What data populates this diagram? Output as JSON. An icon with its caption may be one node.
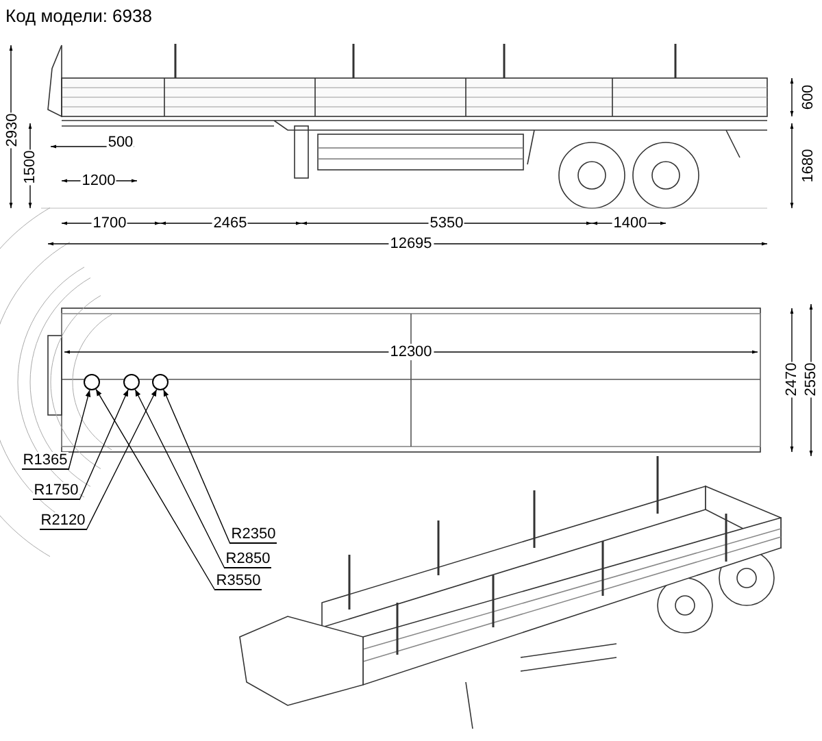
{
  "diagram": {
    "title": "Код модели: 6938",
    "nodes": [
      {
        "text": [],
        "shape": "circle"
      },
      {
        "text": [],
        "shape": "circle"
      },
      {
        "text": [],
        "shape": "circle"
      },
      {
        "text": [
          "R1365"
        ]
      },
      {
        "text": [
          "R1750"
        ]
      },
      {
        "text": [
          "R2120"
        ]
      },
      {
        "text": [
          "R2350"
        ]
      },
      {
        "text": [
          "R2850"
        ]
      },
      {
        "text": [
          "R3550"
        ]
      }
    ],
    "edges": [
      {
        "from": 3,
        "to": 0,
        "arrow": "to"
      },
      {
        "from": 4,
        "to": 1,
        "arrow": "to"
      },
      {
        "from": 5,
        "to": 2,
        "arrow": "to"
      },
      {
        "from": 6,
        "to": 2,
        "arrow": "to"
      },
      {
        "from": 7,
        "to": 1,
        "arrow": "to"
      },
      {
        "from": 8,
        "to": 0,
        "arrow": "to"
      }
    ],
    "labels": [
      "2930",
      "600",
      "500",
      "1500",
      "1680",
      "1200",
      "1700",
      "2465",
      "5350",
      "1400",
      "12695",
      "12300",
      "2470",
      "2550"
    ]
  }
}
